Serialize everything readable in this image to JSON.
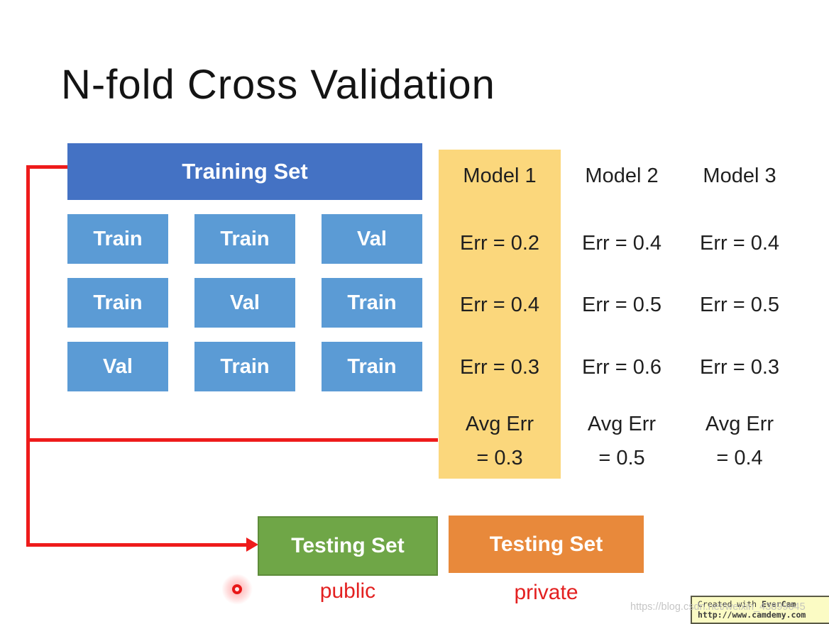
{
  "title": "N-fold Cross Validation",
  "training": {
    "header": "Training Set",
    "grid": [
      [
        "Train",
        "Train",
        "Val"
      ],
      [
        "Train",
        "Val",
        "Train"
      ],
      [
        "Val",
        "Train",
        "Train"
      ]
    ]
  },
  "models": [
    {
      "name": "Model 1",
      "highlighted": true,
      "errors": [
        "Err = 0.2",
        "Err = 0.4",
        "Err = 0.3"
      ],
      "avg_line1": "Avg Err",
      "avg_line2": "= 0.3"
    },
    {
      "name": "Model 2",
      "highlighted": false,
      "errors": [
        "Err = 0.4",
        "Err = 0.5",
        "Err = 0.6"
      ],
      "avg_line1": "Avg Err",
      "avg_line2": "= 0.5"
    },
    {
      "name": "Model 3",
      "highlighted": false,
      "errors": [
        "Err = 0.4",
        "Err = 0.5",
        "Err = 0.3"
      ],
      "avg_line1": "Avg Err",
      "avg_line2": "= 0.4"
    }
  ],
  "testing": [
    {
      "label": "Testing Set",
      "sublabel": "public"
    },
    {
      "label": "Testing Set",
      "sublabel": "private"
    }
  ],
  "watermark_csdn": "https://blog.csdn.net/weixin_43899645",
  "evercam": {
    "created_prefix": "Created with ",
    "brand": "EverCam",
    "url": "http://www.camdemy.com"
  },
  "colors": {
    "header_blue": "#4472c4",
    "cell_blue": "#5b9bd5",
    "highlight_yellow": "#fbd77c",
    "testing_green": "#6fa647",
    "testing_orange": "#e8893b",
    "connector_red": "#ee1b1b",
    "label_red": "#e32020"
  }
}
